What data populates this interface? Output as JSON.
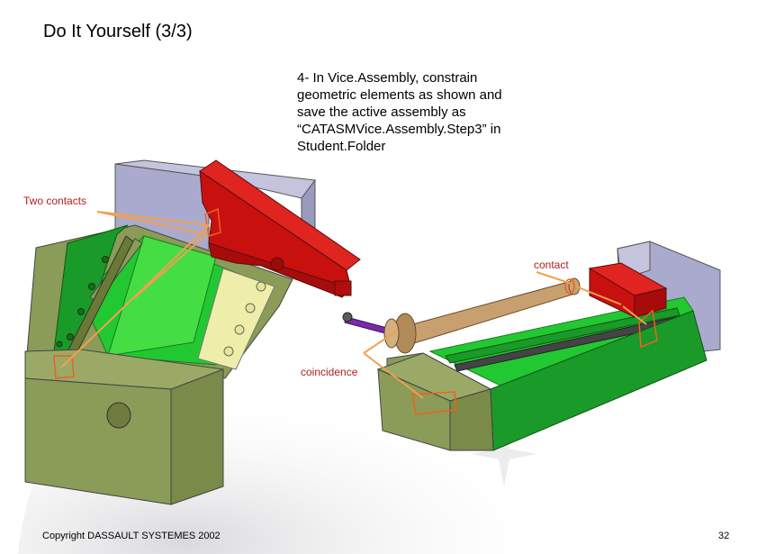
{
  "slide": {
    "title": "Do It Yourself (3/3)",
    "instruction": "4- In Vice.Assembly, constrain\ngeometric elements as shown and\nsave the active assembly as\n“CATASMVice.Assembly.Step3” in\nStudent.Folder",
    "labels": {
      "two_contacts": "Two contacts",
      "contact": "contact",
      "coincidence": "coincidence"
    },
    "copyright": "Copyright DASSAULT SYSTEMES 2002",
    "page_number": "32"
  },
  "colors": {
    "label_red": "#b02020",
    "constraint_orange": "#f0a050",
    "part_red": "#c8100e",
    "green": "#22c832",
    "dark_green": "#1a9a28",
    "olive": "#8a9c58",
    "lavender": "#aaaace",
    "yellow_strip": "#eeeeaa"
  }
}
